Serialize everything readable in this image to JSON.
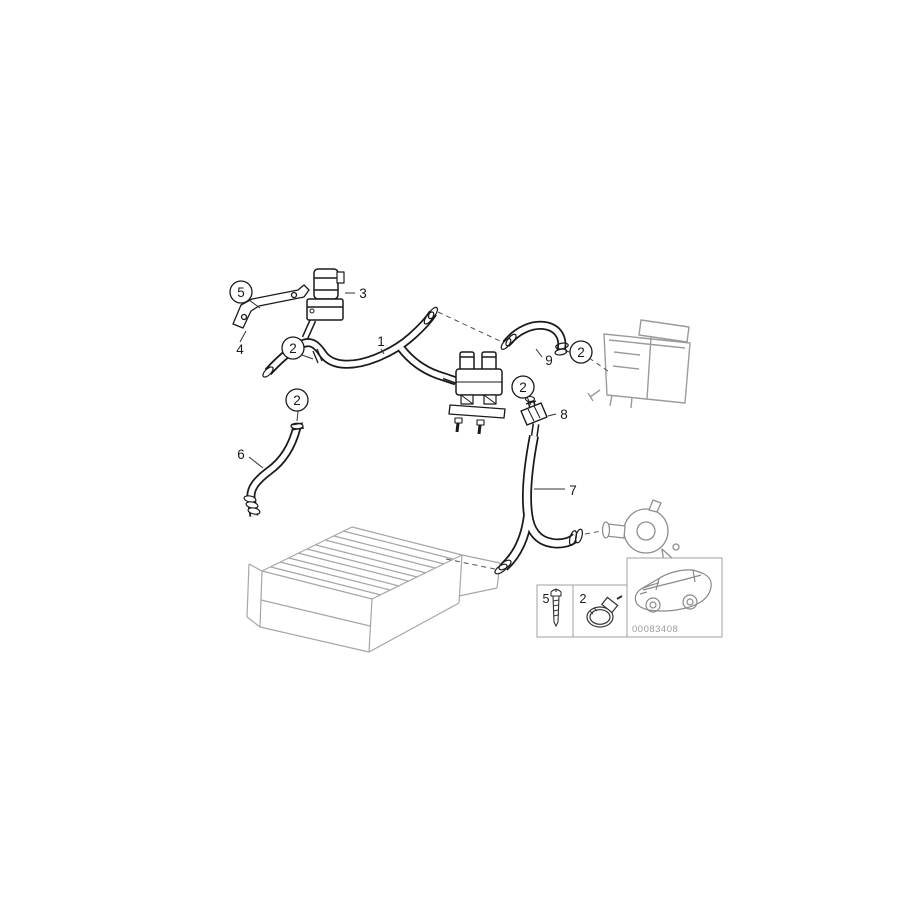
{
  "figure": {
    "image_code": "00083408",
    "colors": {
      "line": "#1a1a1a",
      "muted_line": "#9a9a9a"
    }
  },
  "callouts": [
    {
      "label": "5",
      "circled": true
    },
    {
      "label": "4",
      "circled": false
    },
    {
      "label": "3",
      "circled": false
    },
    {
      "label": "2",
      "circled": true
    },
    {
      "label": "1",
      "circled": false
    },
    {
      "label": "2",
      "circled": true
    },
    {
      "label": "6",
      "circled": false
    },
    {
      "label": "9",
      "circled": false
    },
    {
      "label": "2",
      "circled": true
    },
    {
      "label": "2",
      "circled": true
    },
    {
      "label": "8",
      "circled": false
    },
    {
      "label": "7",
      "circled": false
    }
  ],
  "legend": {
    "items": [
      {
        "label": "5",
        "icon": "screw-icon"
      },
      {
        "label": "2",
        "icon": "hose-clamp-icon"
      }
    ]
  }
}
